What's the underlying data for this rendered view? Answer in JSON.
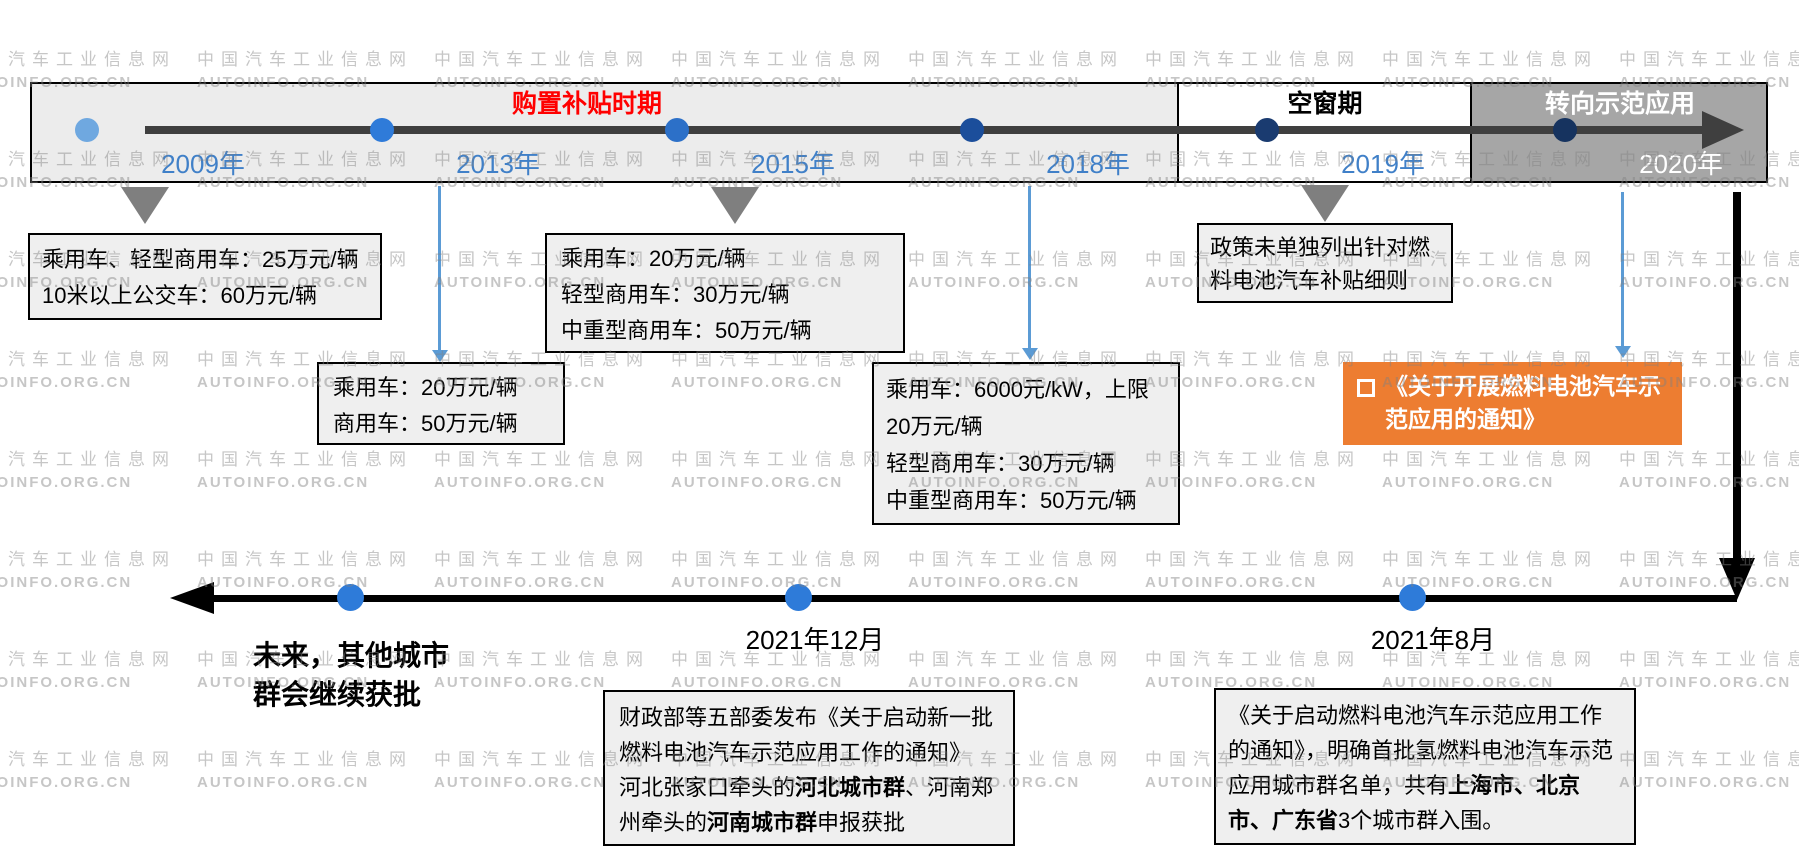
{
  "watermark": {
    "line1": "中国汽车工业信息网",
    "line2": "AUTOINFO.ORG.CN"
  },
  "colors": {
    "subsidy_phase_label": "#FF0000",
    "phase_band_a_bg": "#ECECEC",
    "phase_band_b_bg": "#FFFFFF",
    "phase_band_c_bg": "#A6A6A6",
    "timeline_line": "#3F3F3F",
    "blue_connector": "#5B9BD5",
    "info_box_bg": "#EFEFEF",
    "orange_box_bg": "#ED7D31",
    "year_label_blue": "#4080C8",
    "year_label_white": "#FFFFFF",
    "bottom_dot_blue": "#2E7BD9"
  },
  "icons": {
    "orange_box_bullet": "square-outline-icon",
    "down_pointer": "triangle-down-icon"
  },
  "top_timeline": {
    "phases": [
      {
        "label": "购置补贴时期"
      },
      {
        "label": "空窗期"
      },
      {
        "label": "转向示范应用"
      }
    ],
    "milestones": [
      {
        "year": "2009年",
        "dot_color": "#6FA8E0"
      },
      {
        "year": "2013年",
        "dot_color": "#2F7BD9"
      },
      {
        "year": "2015年",
        "dot_color": "#2C70C8"
      },
      {
        "year": "2018年",
        "dot_color": "#1B4E9B"
      },
      {
        "year": "2019年",
        "dot_color": "#1A3B70"
      },
      {
        "year": "2020年",
        "dot_color": "#16335F"
      }
    ]
  },
  "info_boxes": {
    "y2009": {
      "lines": [
        "乘用车、轻型商用车：25万元/辆",
        "10米以上公交车：60万元/辆"
      ]
    },
    "y2013": {
      "lines": [
        "乘用车：20万元/辆",
        "商用车：50万元/辆"
      ]
    },
    "y2015": {
      "lines": [
        "乘用车：20万元/辆",
        "轻型商用车：30万元/辆",
        "中重型商用车：50万元/辆"
      ]
    },
    "y2018": {
      "lines": [
        "乘用车：6000元/kW，上限20万元/辆",
        "轻型商用车：30万元/辆",
        "中重型商用车：50万元/辆"
      ]
    },
    "y2019": {
      "text": "政策未单独列出针对燃料电池汽车补贴细则"
    },
    "y2020": {
      "text": "《关于开展燃料电池汽车示范应用的通知》"
    }
  },
  "bottom_timeline": {
    "future_note": "未来，其他城市群会继续获批",
    "events": [
      {
        "date": "2021年12月",
        "runs": [
          {
            "text": "财政部等五部委发布《关于启动新一批燃料电池汽车示范应用工作的通知》\n河北张家口牵头的",
            "bold": false
          },
          {
            "text": "河北城市群",
            "bold": true
          },
          {
            "text": "、河南郑州牵头的",
            "bold": false
          },
          {
            "text": "河南城市群",
            "bold": true
          },
          {
            "text": "申报获批",
            "bold": false
          }
        ]
      },
      {
        "date": "2021年8月",
        "runs": [
          {
            "text": "《关于启动燃料电池汽车示范应用工作的通知》，明确首批氢燃料电池汽车示范应用城市群名单，共有",
            "bold": false
          },
          {
            "text": "上海市、北京市、广东省",
            "bold": true
          },
          {
            "text": "3个城市群入围。",
            "bold": false
          }
        ]
      }
    ]
  }
}
